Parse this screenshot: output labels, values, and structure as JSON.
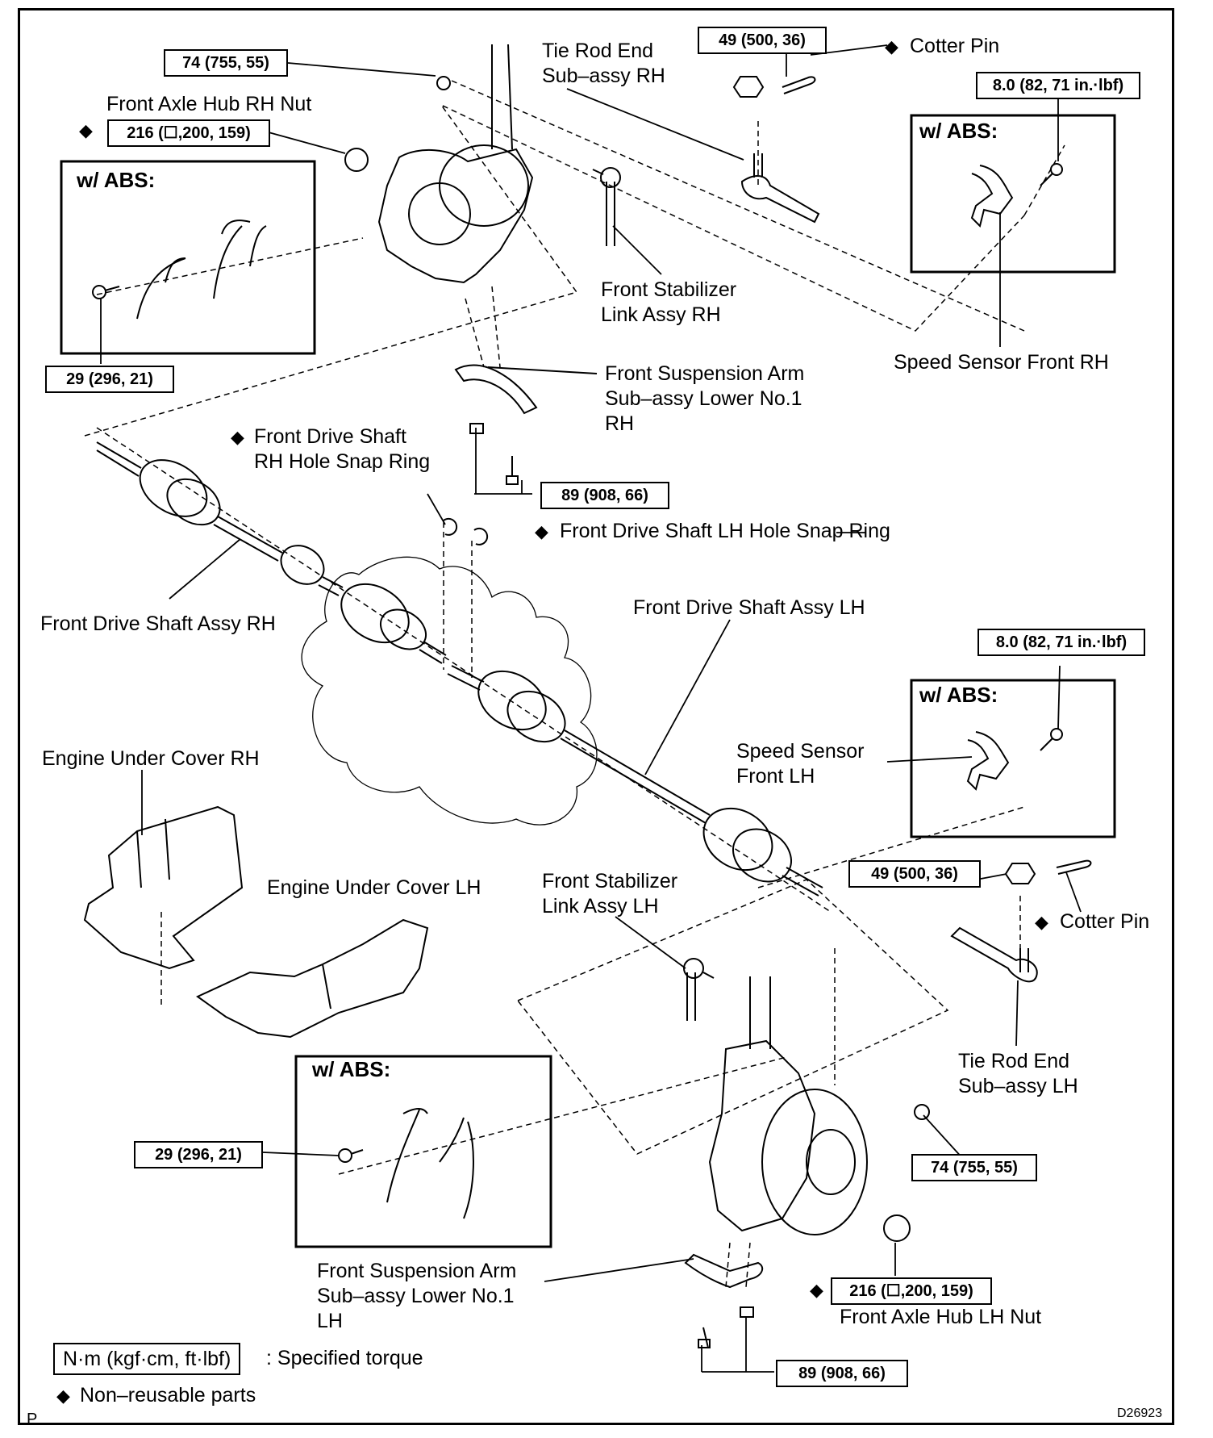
{
  "parts": {
    "tie_rod_end_rh": "Tie Rod End\nSub–assy RH",
    "cotter_pin_top": "Cotter Pin",
    "front_axle_hub_rh_nut": "Front Axle Hub RH Nut",
    "front_stabilizer_link_rh": "Front Stabilizer\nLink Assy RH",
    "speed_sensor_front_rh": "Speed Sensor Front RH",
    "front_suspension_arm_rh": "Front Suspension Arm\nSub–assy  Lower  No.1\nRH",
    "front_drive_shaft_rh_snap_ring": "Front Drive Shaft\nRH Hole Snap Ring",
    "front_drive_shaft_lh_snap_ring": "Front Drive Shaft LH Hole Snap Ring",
    "front_drive_shaft_assy_lh": "Front Drive Shaft Assy LH",
    "front_drive_shaft_assy_rh": "Front Drive Shaft Assy RH",
    "engine_under_cover_rh": "Engine Under Cover RH",
    "speed_sensor_front_lh": "Speed Sensor\nFront LH",
    "engine_under_cover_lh": "Engine Under Cover LH",
    "front_stabilizer_link_lh": "Front Stabilizer\nLink Assy LH",
    "cotter_pin_bottom": "Cotter Pin",
    "tie_rod_end_lh": "Tie Rod End\nSub–assy LH",
    "front_suspension_arm_lh": "Front Suspension Arm\nSub–assy  Lower  No.1\nLH",
    "front_axle_hub_lh_nut": "Front Axle Hub LH Nut"
  },
  "torques": {
    "t74_top": "74 (755, 55)",
    "t49_top": "49 (500, 36)",
    "t8_top": "8.0 (82, 71 in.·lbf)",
    "t216_top": "216 (☐,200, 159)",
    "t29_top": "29 (296, 21)",
    "t89_top": "89 (908, 66)",
    "t8_mid": "8.0 (82, 71 in.·lbf)",
    "t49_bottom": "49 (500, 36)",
    "t29_bottom": "29 (296, 21)",
    "t74_bottom": "74 (755, 55)",
    "t216_bottom": "216 (☐,200, 159)",
    "t89_bottom": "89 (908, 66)"
  },
  "abs_label": "w/ ABS:",
  "diamond": "◆",
  "legend": {
    "unit_box": "N·m (kgf·cm, ft·lbf)",
    "unit_text": ": Specified torque",
    "nonreusable": "Non–reusable parts"
  },
  "corner_p": "P",
  "figure_code": "D26923"
}
